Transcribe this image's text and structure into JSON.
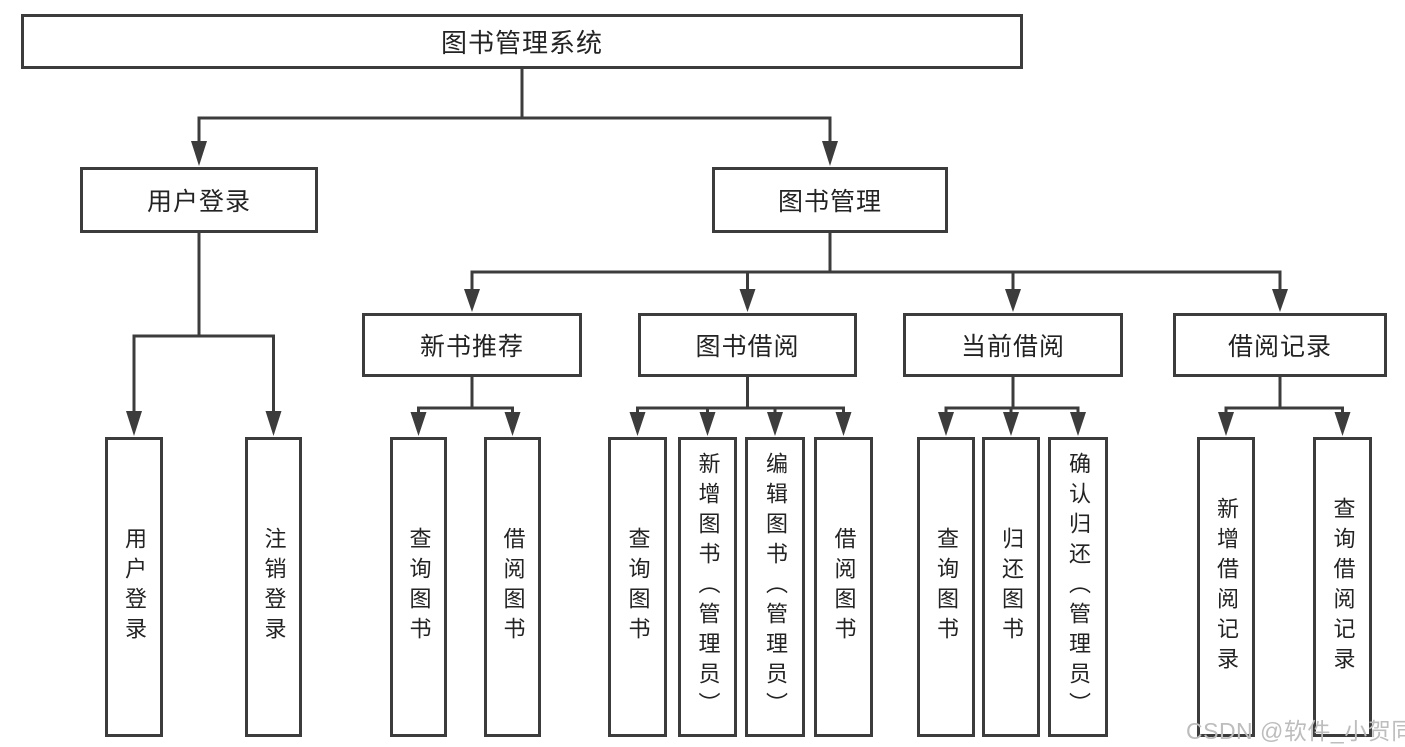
{
  "diagram_title": "图书管理系统",
  "watermark": "CSDN @软件_小贺同学",
  "colors": {
    "line": "#3c3c3c",
    "box_border": "#3c3c3c",
    "box_fill": "#ffffff",
    "text": "#232323",
    "watermark": "#bdbdbd",
    "background": "#ffffff"
  },
  "nodes": {
    "root": "图书管理系统",
    "user_login": "用户登录",
    "book_management": "图书管理",
    "new_book_recommend": "新书推荐",
    "book_borrowing": "图书借阅",
    "current_borrowing": "当前借阅",
    "borrowing_records": "借阅记录",
    "leaf_user_login": "用户登录",
    "leaf_logout": "注销登录",
    "nbr_query_books": "查询图书",
    "nbr_borrow_books": "借阅图书",
    "bb_query_books": "查询图书",
    "bb_add_books": "新增图书（管理员）",
    "bb_edit_books": "编辑图书（管理员）",
    "bb_borrow_books": "借阅图书",
    "cb_query_books": "查询图书",
    "cb_return_books": "归还图书",
    "cb_confirm_return": "确认归还（管理员）",
    "br_add_record": "新增借阅记录",
    "br_query_record": "查询借阅记录"
  }
}
